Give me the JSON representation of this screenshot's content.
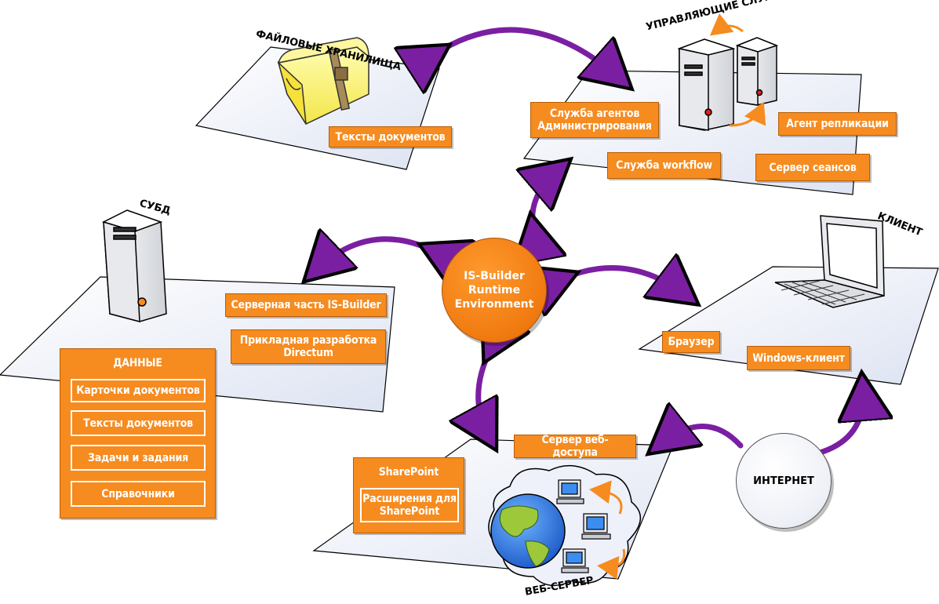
{
  "hub": {
    "line1": "IS-Builder",
    "line2": "Runtime",
    "line3": "Environment"
  },
  "internet": "ИНТЕРНЕТ",
  "file_storage": {
    "title": "ФАЙЛОВЫЕ ХРАНИЛИЩА",
    "doc_texts": "Тексты документов"
  },
  "services": {
    "title": "УПРАВЛЯЮЩИЕ СЛУЖБЫ DIRECTUM",
    "admin_agents_l1": "Служба агентов",
    "admin_agents_l2": "Администрирования",
    "replication": "Агент репликации",
    "workflow": "Служба workflow",
    "session_server": "Сервер сеансов"
  },
  "dbms": {
    "title": "СУБД",
    "server_part": "Серверная часть IS-Builder",
    "app_dev_l1": "Прикладная разработка",
    "app_dev_l2": "Directum",
    "data_title": "ДАННЫЕ",
    "data_items": [
      "Карточки документов",
      "Тексты документов",
      "Задачи и задания",
      "Справочники"
    ]
  },
  "client": {
    "title": "КЛИЕНТ",
    "browser": "Браузер",
    "windows_client": "Windows-клиент"
  },
  "web": {
    "title": "ВЕБ-СЕРВЕР",
    "web_access": "Сервер веб-доступа",
    "sharepoint": "SharePoint",
    "ext_l1": "Расширения для",
    "ext_l2": "SharePoint"
  },
  "colors": {
    "accent": "#f68b1f",
    "arrow": "#7b1fa2",
    "plane": "#e8ecf7"
  },
  "icons": [
    "treasure-chest-icon",
    "server-icon",
    "laptop-icon",
    "globe-icon",
    "workstation-icon"
  ]
}
